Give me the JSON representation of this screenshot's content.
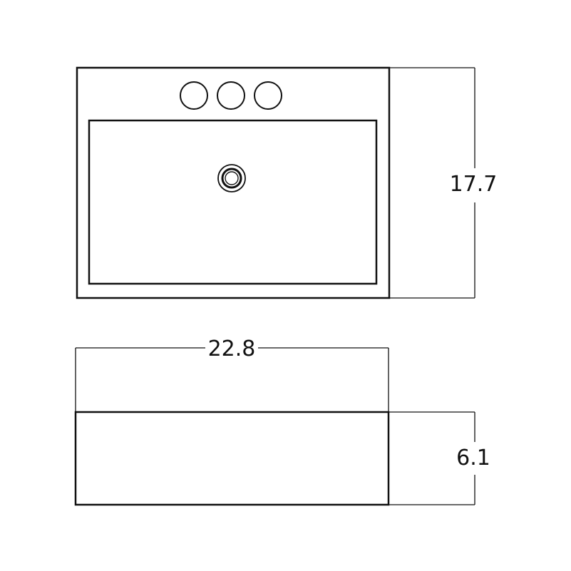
{
  "dimensions": {
    "depth": "17.7",
    "width": "22.8",
    "height": "6.1"
  },
  "colors": {
    "stroke": "#111111",
    "background": "#ffffff"
  },
  "top_view": {
    "faucet_hole_count": 3
  }
}
